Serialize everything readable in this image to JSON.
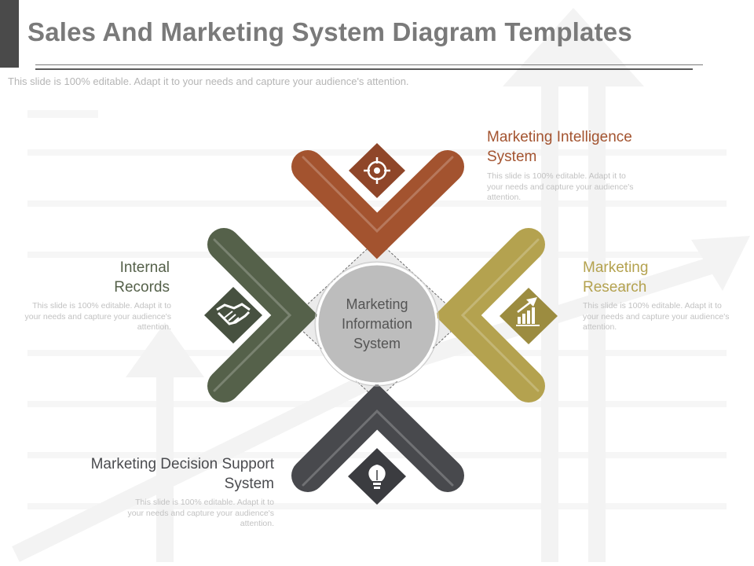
{
  "title": "Sales And Marketing System Diagram Templates",
  "subtitle": "This slide is 100% editable. Adapt it to your needs and capture your audience's attention.",
  "center": {
    "label": "Marketing Information System"
  },
  "sections": {
    "intelligence": {
      "heading": "Marketing Intelligence System",
      "body": "This slide is 100% editable. Adapt it to your needs and capture your audience's attention.",
      "color": "#a3532f",
      "icon": "target-icon"
    },
    "research": {
      "heading": "Marketing Research",
      "body": "This slide is 100% editable. Adapt it to your needs and capture your audience's attention.",
      "color": "#b4a24f",
      "icon": "growth-chart-icon"
    },
    "records": {
      "heading": "Internal Records",
      "body": "This slide is 100% editable. Adapt it to your needs and capture your audience's attention.",
      "color": "#55614a",
      "icon": "handshake-icon"
    },
    "decision": {
      "heading": "Marketing Decision Support System",
      "body": "This slide is 100% editable. Adapt it to your needs and capture your audience's attention.",
      "color": "#48494d",
      "icon": "lightbulb-icon"
    }
  }
}
